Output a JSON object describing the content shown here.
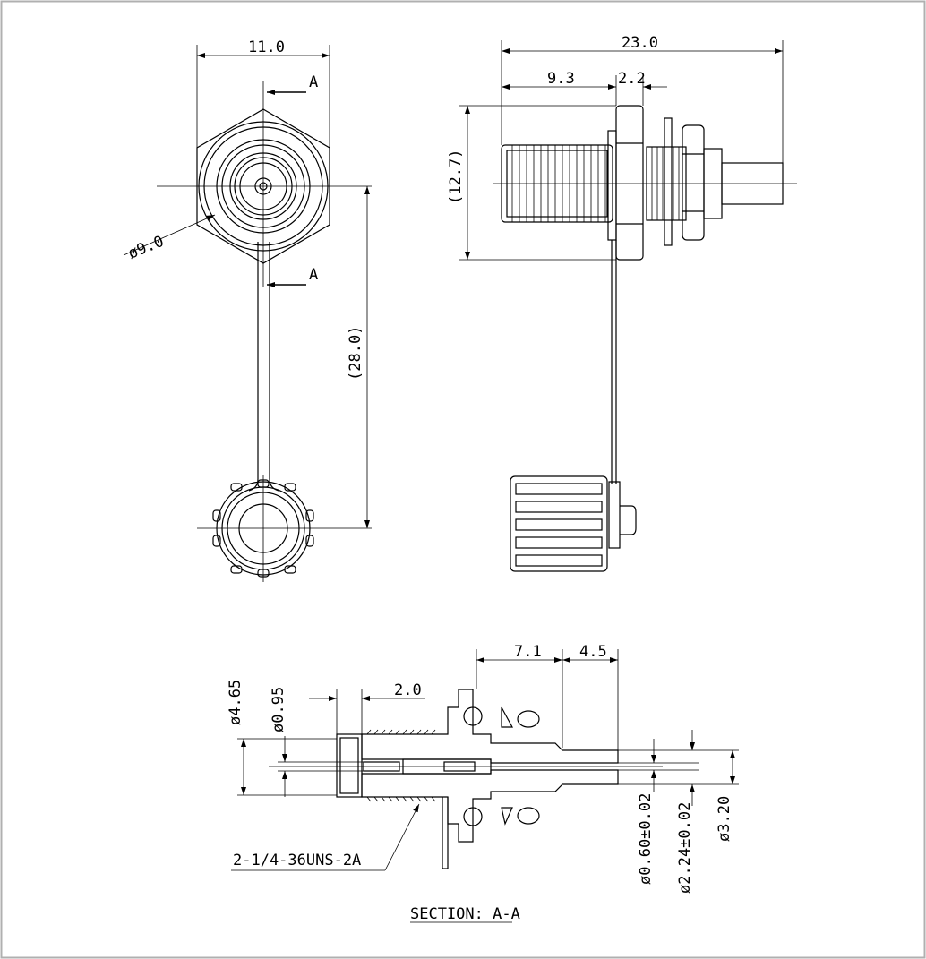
{
  "drawing": {
    "front_view": {
      "width_dim": "11.0",
      "section_mark_top": "A",
      "section_mark_bottom": "A",
      "diameter_dim": "ø9.0",
      "lanyard_dim": "(28.0)"
    },
    "side_view": {
      "overall_length_dim": "23.0",
      "thread_length_dim": "9.3",
      "flange_dim": "2.2",
      "height_dim": "(12.7)"
    },
    "section_view": {
      "dim_7_1": "7.1",
      "dim_4_5": "4.5",
      "dim_2_0": "2.0",
      "dia_4_65": "ø4.65",
      "dia_0_95": "ø0.95",
      "dia_0_60": "ø0.60±0.02",
      "dia_2_24": "ø2.24±0.02",
      "dia_3_20": "ø3.20",
      "thread_callout": "2-1/4-36UNS-2A",
      "title": "SECTION: A-A"
    }
  }
}
